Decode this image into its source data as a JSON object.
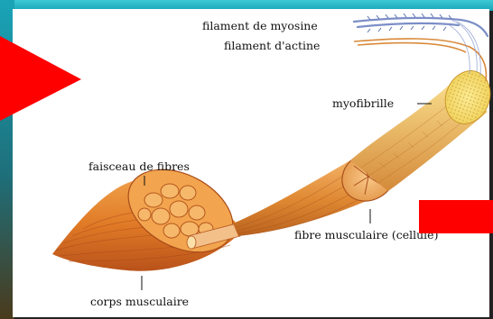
{
  "labels": {
    "myosin_filament": "filament de myosine",
    "actin_filament": "filament d'actine",
    "myofibril": "myofibrille",
    "fiber_bundle": "faisceau de fibres",
    "muscle_fiber": "fibre musculaire (cellule)",
    "muscle_body": "corps musculaire"
  },
  "colors": {
    "muscle_orange": "#e8822c",
    "muscle_light": "#f6c27a",
    "muscle_dark": "#b8541a",
    "fibril_yellow": "#f7df72",
    "myosin_blue": "#7f93c9",
    "actin_orange": "#d9903d",
    "marker_red": "#ff0000",
    "frame_teal": "#1fb5c4"
  },
  "icons": {
    "left_marker": "red-triangle-icon",
    "right_marker": "red-rectangle-icon"
  }
}
